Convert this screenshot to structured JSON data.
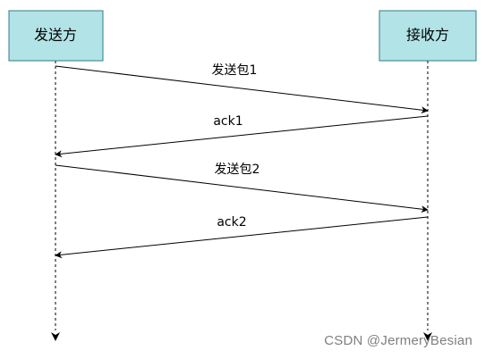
{
  "participants": [
    {
      "id": "sender",
      "label": "发送方"
    },
    {
      "id": "receiver",
      "label": "接收方"
    }
  ],
  "messages": [
    {
      "label": "发送包1",
      "from": "sender",
      "to": "receiver"
    },
    {
      "label": "ack1",
      "from": "receiver",
      "to": "sender"
    },
    {
      "label": "发送包2",
      "from": "sender",
      "to": "receiver"
    },
    {
      "label": "ack2",
      "from": "receiver",
      "to": "sender"
    }
  ],
  "watermark": "CSDN @JermeryBesian",
  "colors": {
    "box_fill": "#b2e3e6",
    "box_stroke": "#2f7c86",
    "line": "#000000",
    "watermark": "#7f7f7f"
  }
}
